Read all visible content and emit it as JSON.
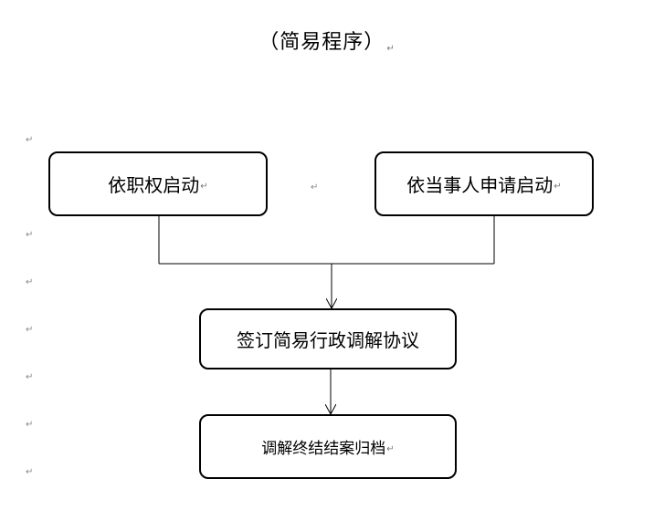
{
  "title": "（简易程序）",
  "paragraph_mark": "↵",
  "nodes": {
    "ex_officio": "依职权启动",
    "party_application": "依当事人申请启动",
    "sign_agreement": "签订简易行政调解协议",
    "close_archive": "调解终结结案归档"
  }
}
